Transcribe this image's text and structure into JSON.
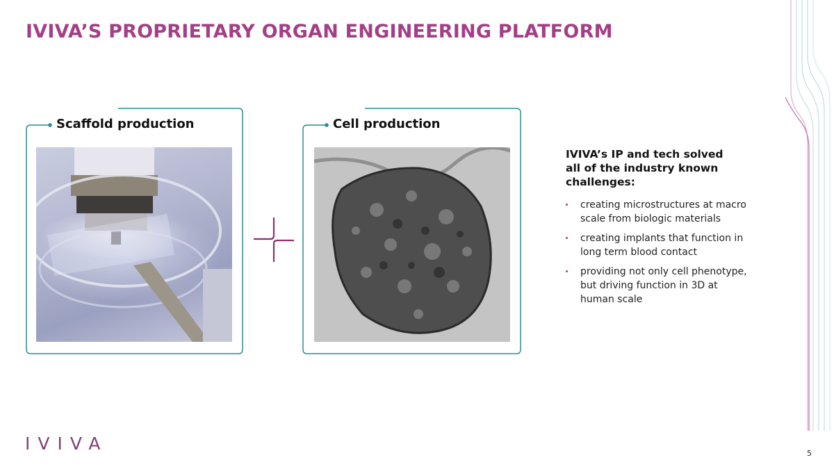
{
  "title": "IVIVA’S PROPRIETARY ORGAN ENGINEERING PLATFORM",
  "cards": [
    {
      "label": "Scaffold production"
    },
    {
      "label": "Cell production"
    }
  ],
  "ip": {
    "heading": "IVIVA’s IP and tech solved all of the industry known challenges:",
    "bullets": [
      "creating microstructures at macro scale from biologic materials",
      "creating implants that function in long term blood contact",
      "providing not only cell phenotype, but driving function in 3D at human scale"
    ]
  },
  "brand": {
    "logo_text": "IVIVA"
  },
  "footer": {
    "page_number": "5"
  },
  "colors": {
    "title": "#a43f86",
    "frame": "#2a8c8f",
    "accent": "#a43f86"
  },
  "icons": {
    "connector": "plus-icon"
  }
}
